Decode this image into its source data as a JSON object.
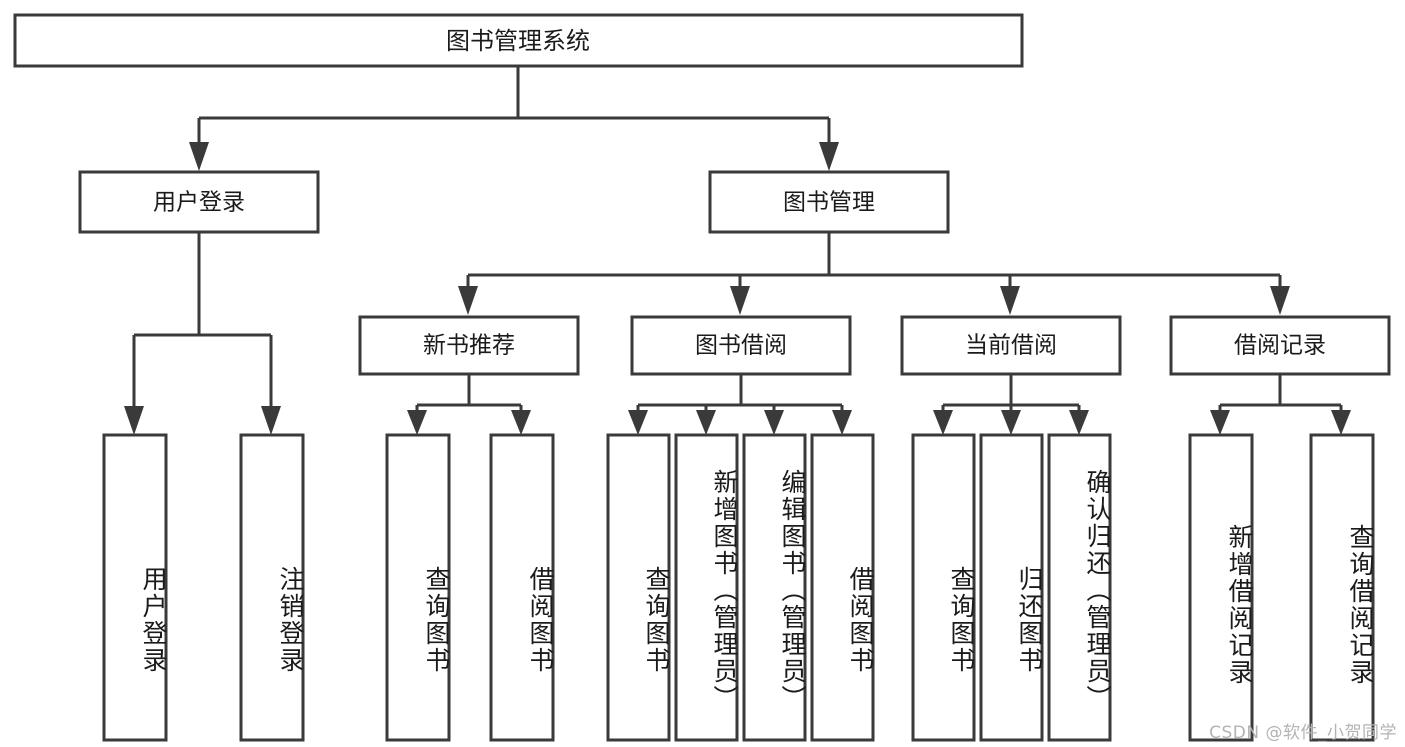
{
  "diagram": {
    "title": "图书管理系统",
    "type": "hierarchy-tree",
    "watermark": "CSDN @软件_小贺同学",
    "colors": {
      "box_stroke": "#3a3a3a",
      "box_fill": "#ffffff",
      "text": "#1b1b1b",
      "background": "#ffffff",
      "watermark": "#b3b3b3"
    }
  },
  "root": {
    "label": "图书管理系统"
  },
  "level1": [
    {
      "label": "用户登录"
    },
    {
      "label": "图书管理"
    }
  ],
  "level2": [
    {
      "label": "新书推荐"
    },
    {
      "label": "图书借阅"
    },
    {
      "label": "当前借阅"
    },
    {
      "label": "借阅记录"
    }
  ],
  "leaves": {
    "user_login": [
      {
        "label": "用户登录"
      },
      {
        "label": "注销登录"
      }
    ],
    "new_book_recommend": [
      {
        "label": "查询图书"
      },
      {
        "label": "借阅图书"
      }
    ],
    "book_borrow": [
      {
        "label": "查询图书"
      },
      {
        "label": "新增图书（管理员）"
      },
      {
        "label": "编辑图书（管理员）"
      },
      {
        "label": "借阅图书"
      }
    ],
    "current_borrow": [
      {
        "label": "查询图书"
      },
      {
        "label": "归还图书"
      },
      {
        "label": "确认归还（管理员）"
      }
    ],
    "borrow_record": [
      {
        "label": "新增借阅记录"
      },
      {
        "label": "查询借阅记录"
      }
    ]
  }
}
